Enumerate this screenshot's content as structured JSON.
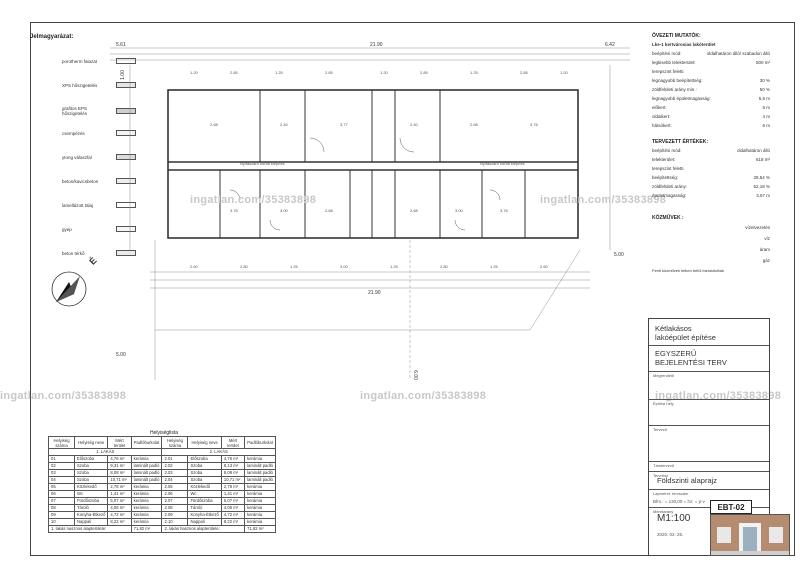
{
  "legend": {
    "title": "Jelmagyarázat:",
    "items": [
      {
        "label": "porotherm falazat",
        "color": "#ffffff"
      },
      {
        "label": "XPS hőszigetelés",
        "color": "#e6e6e6"
      },
      {
        "label": "grafitos EPS hőszigetelés",
        "color": "#cfcfcf"
      },
      {
        "label": "csempézés",
        "color": "#f3f3f3"
      },
      {
        "label": "ytong válaszfal",
        "color": "#dcdcdc"
      },
      {
        "label": "beton/kavicsbeton",
        "color": "#ededed"
      },
      {
        "label": "lamellázott talaj",
        "color": "#ffffff"
      },
      {
        "label": "gyep",
        "color": "#f6f6f6"
      },
      {
        "label": "beton térkő",
        "color": "#ebebeb"
      }
    ]
  },
  "plan": {
    "dim_left": "5.61",
    "dim_right": "6.42",
    "dim_top": "21.90",
    "left_height": "1.00",
    "bottom_left": "5.00",
    "bottom_mid": "6.00",
    "right_mid": "5.00",
    "overall": "21.90",
    "compass": "É"
  },
  "watermarks": [
    "ingatlan.com/35383898",
    "ingatlan.com/35383898",
    "ingatlan.com/35383898",
    "ingatlan.com/35383898",
    "ingatlan.com/35383898"
  ],
  "zoning": {
    "title": "ÖVEZETI MUTATÓK:",
    "subtitle": "Lke-1 kertvárosias lakóterület",
    "rows": [
      {
        "label": "beépítési mód:",
        "value": "oldalhatáron álló/ szabadon álló"
      },
      {
        "label": "legkisebb telekterület:",
        "value": "500 m²"
      },
      {
        "label": "terepszint feletti",
        "value": ""
      },
      {
        "label": "legnagyobb beépítettség:",
        "value": "30 %"
      },
      {
        "label": "zöldfelületi arány min.:",
        "value": "50 %"
      },
      {
        "label": "legnagyobb épületmagasság:",
        "value": "5,5 m"
      },
      {
        "label": "előkert:",
        "value": "5 m"
      },
      {
        "label": "oldalkert:",
        "value": "4 m"
      },
      {
        "label": "hátsókert:",
        "value": "6 m"
      }
    ]
  },
  "planned": {
    "title": "TERVEZETT ÉRTÉKEK:",
    "rows": [
      {
        "label": "beépítési mód:",
        "value": "oldalhatáron álló"
      },
      {
        "label": "telekterület:",
        "value": "618 m²"
      },
      {
        "label": "terepszint feletti",
        "value": ""
      },
      {
        "label": "beépítettség:",
        "value": "28,54 %"
      },
      {
        "label": "zöldfelületi arány:",
        "value": "52,18 %"
      },
      {
        "label": "épületmagasság:",
        "value": "3,67 m"
      }
    ]
  },
  "utilities": {
    "title": "KÖZMŰVEK :",
    "rows": [
      "vízelvezetés",
      "víz",
      "áram",
      "gáz"
    ],
    "note": "Fenti közművek telken belül biztosítottak"
  },
  "titleblock": {
    "project_line1": "Kétlakásos",
    "project_line2": "lakóépület építése",
    "plan_type_line1": "EGYSZERŰ",
    "plan_type_line2": "BEJELENTÉSI TERV",
    "label_owner": "Megrendelő",
    "label_address": "Építési hely",
    "label_designer": "Tervező",
    "label_cosigner": "Társtervező",
    "label_drawing": "Tervrész",
    "drawing_name": "Földszinti alaprajz",
    "label_format": "Lapméret, tervszám",
    "format_value": "Bfm.: = 130,00 = hz: = p-v",
    "label_scale": "Méretarány",
    "scale": "M1:100",
    "date": "2020. 02. 25.",
    "code": "EBT-02"
  },
  "table": {
    "caption": "Helyiséglista",
    "headers": [
      "Helyiség száma",
      "Helyiség neve",
      "Mért terület",
      "Padlóburkolat",
      "Helyiség száma",
      "Helyiség neve",
      "Mért terület",
      "Padlóburkolat"
    ],
    "apt1": "1. LAKÁS",
    "apt2": "2. LAKÁS",
    "rows": [
      [
        "01",
        "Előszoba",
        "4,76 m²",
        "kerámia",
        "2.01",
        "Előszoba",
        "4,76 m²",
        "kerámia"
      ],
      [
        "02",
        "Szoba",
        "9,31 m²",
        "laminált padló",
        "2.02",
        "Szoba",
        "8,13 m²",
        "laminált padló"
      ],
      [
        "03",
        "Szoba",
        "8,08 m²",
        "laminált padló",
        "2.03",
        "Szoba",
        "8,08 m²",
        "laminált padló"
      ],
      [
        "04",
        "Szoba",
        "10,71 m²",
        "laminált padló",
        "2.04",
        "Szoba",
        "10,71 m²",
        "laminált padló"
      ],
      [
        "05",
        "Közlekedő",
        "2,78 m²",
        "kerámia",
        "2.05",
        "Közlekedő",
        "2,78 m²",
        "kerámia"
      ],
      [
        "06",
        "Wc",
        "1,41 m²",
        "kerámia",
        "2.06",
        "Wc",
        "1,41 m²",
        "kerámia"
      ],
      [
        "07",
        "Fürdőszoba",
        "5,07 m²",
        "kerámia",
        "2.07",
        "Fürdőszoba",
        "5,07 m²",
        "kerámia"
      ],
      [
        "08",
        "Tároló",
        "4,06 m²",
        "kerámia",
        "2.08",
        "Tároló",
        "4,05 m²",
        "kerámia"
      ],
      [
        "09",
        "Konyha-Étkező",
        "4,72 m²",
        "kerámia",
        "2.09",
        "Konyha-Étkező",
        "4,72 m²",
        "kerámia"
      ],
      [
        "10",
        "Nappali",
        "8,22 m²",
        "kerámia",
        "2.10",
        "Nappali",
        "8,22 m²",
        "kerámia"
      ]
    ],
    "total1": "1. lakás nasznos alapterülete:",
    "total1_value": "71,82 m²",
    "total2": "2. lakás hasznos alapterülete:",
    "total2_value": "71,82 m²"
  }
}
